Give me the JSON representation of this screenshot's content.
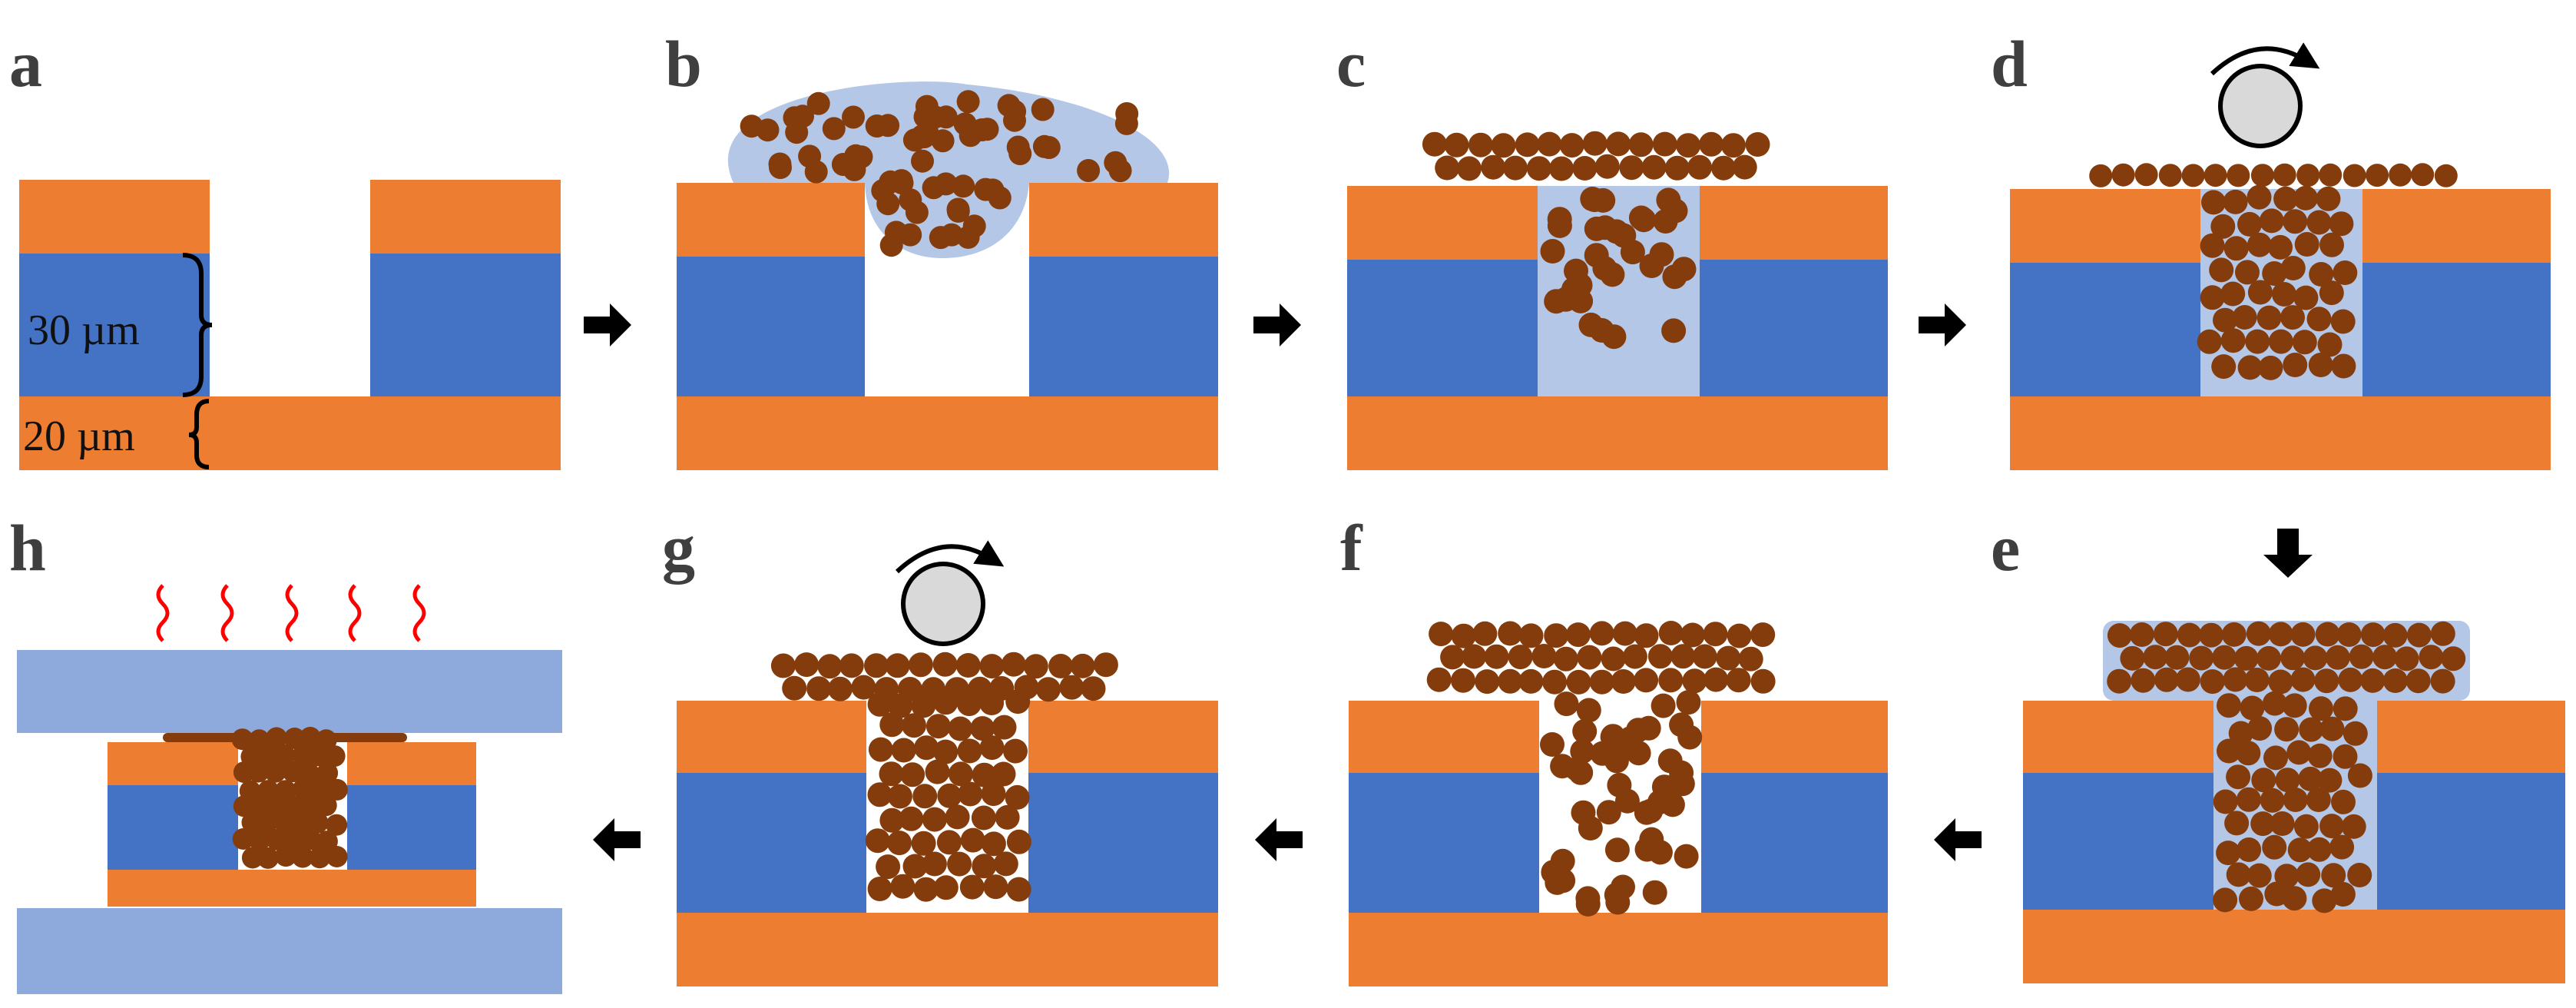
{
  "figure": {
    "panels": [
      {
        "id": "a",
        "label": "a"
      },
      {
        "id": "b",
        "label": "b"
      },
      {
        "id": "c",
        "label": "c"
      },
      {
        "id": "d",
        "label": "d"
      },
      {
        "id": "e",
        "label": "e"
      },
      {
        "id": "f",
        "label": "f"
      },
      {
        "id": "g",
        "label": "g"
      },
      {
        "id": "h",
        "label": "h"
      }
    ],
    "dimensions": {
      "middle_layer": "30 µm",
      "bottom_layer": "20 µm"
    },
    "colors": {
      "outer_layer": "#ED7D31",
      "middle_layer": "#4472C4",
      "liquid": "#B4C7E7",
      "particle": "#843C0C",
      "plate": "#8EA9DB",
      "roller": "#D9D9D9",
      "heat": "#FF0000",
      "arrow": "#000000",
      "label": "#3F3F3F"
    },
    "icons": [
      "arrow-right-icon",
      "arrow-down-icon",
      "arrow-left-icon",
      "roller-icon",
      "rotation-arrow-icon",
      "heat-wave-icon"
    ]
  }
}
